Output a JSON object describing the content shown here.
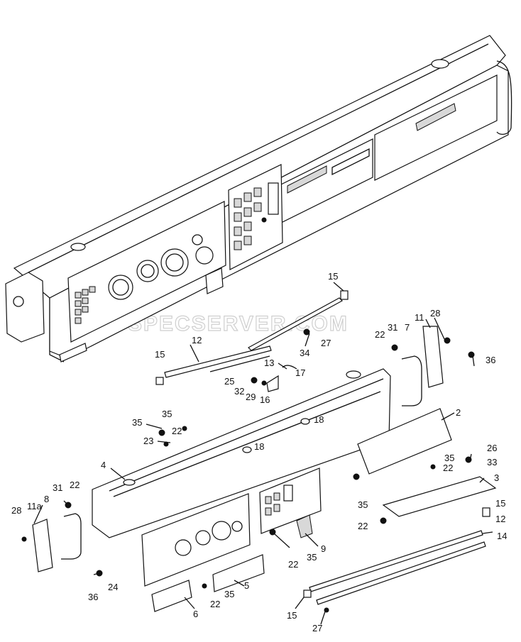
{
  "watermark": "SPECSERVER.COM",
  "callouts": [
    "15",
    "27",
    "34",
    "11",
    "28",
    "22",
    "31",
    "7",
    "36",
    "12",
    "15",
    "13",
    "17",
    "25",
    "32",
    "29",
    "16",
    "35",
    "22",
    "35",
    "23",
    "18",
    "18",
    "2",
    "4",
    "26",
    "35",
    "33",
    "22",
    "3",
    "15",
    "12",
    "22",
    "35",
    "14",
    "31",
    "22",
    "8",
    "11a",
    "28",
    "9",
    "35",
    "22",
    "5",
    "35",
    "22",
    "36",
    "24",
    "6",
    "15",
    "27"
  ]
}
